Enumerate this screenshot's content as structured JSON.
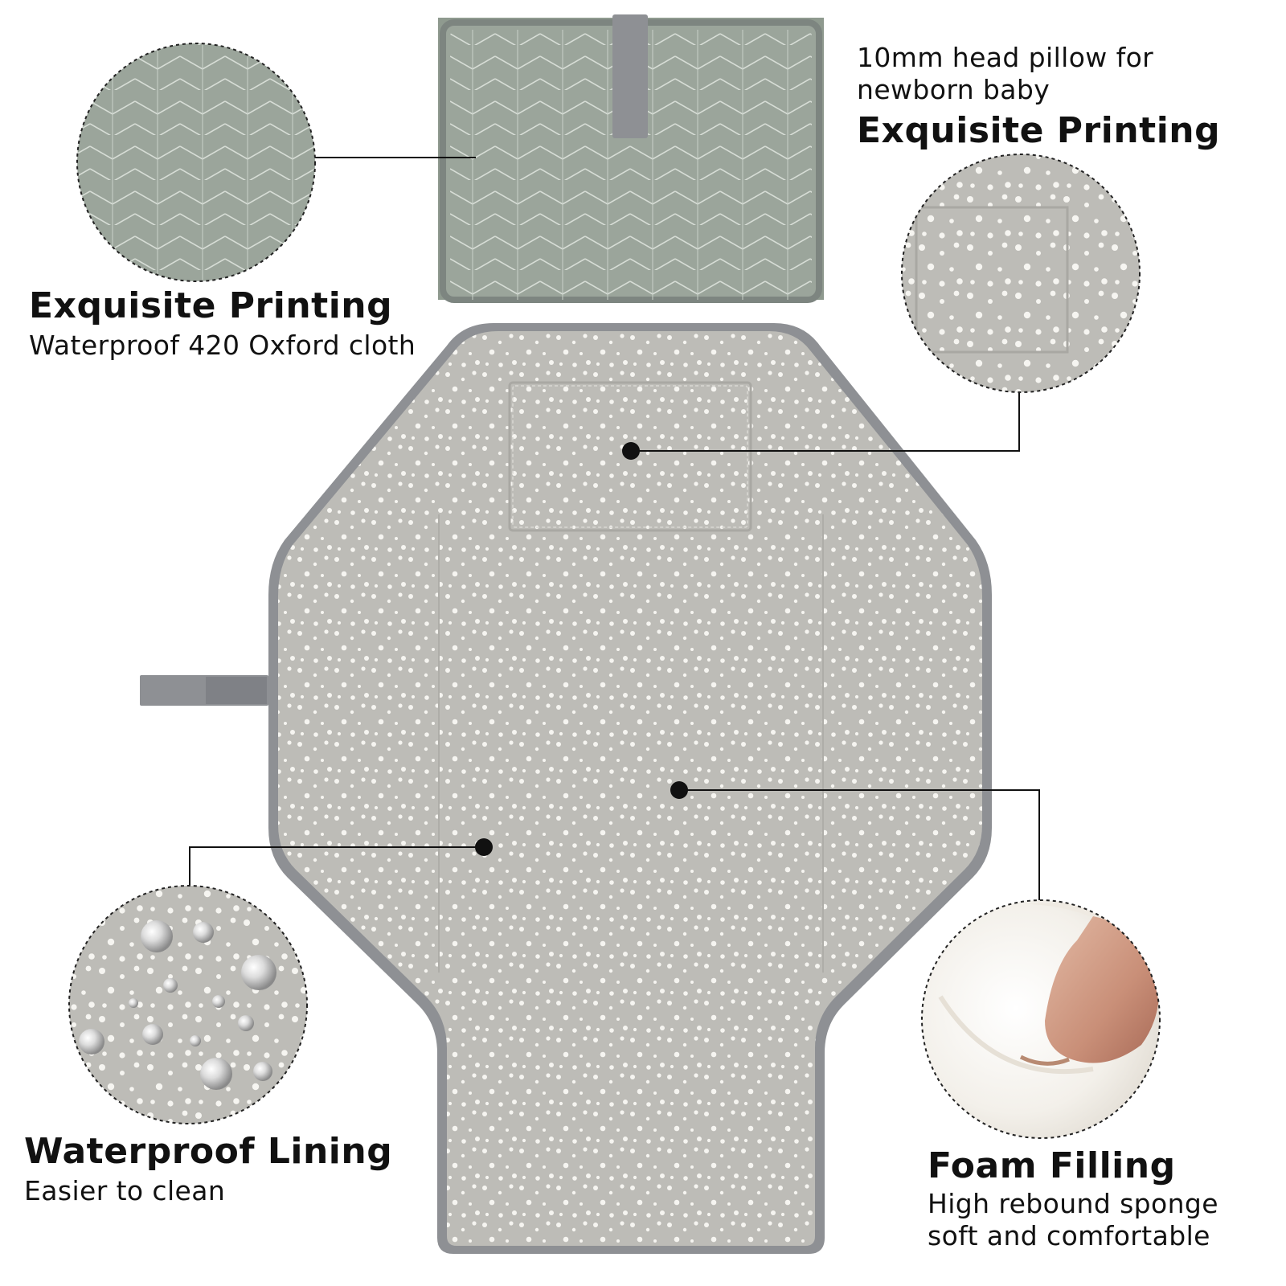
{
  "colors": {
    "sage_cover": "#9ba59b",
    "pad_gray": "#bdbcb7",
    "binding_gray": "#8e9094",
    "dot_white": "#f6f5f1",
    "leader_line": "#111111"
  },
  "callouts": {
    "top_left": {
      "title": "Exquisite Printing",
      "subtitle": "Waterproof 420 Oxford cloth"
    },
    "top_right": {
      "line1": "10mm head pillow for",
      "line2": "newborn baby",
      "title": "Exquisite Printing"
    },
    "bottom_left": {
      "title": "Waterproof Lining",
      "subtitle": "Easier to clean"
    },
    "bottom_right": {
      "title": "Foam Filling",
      "line1": "High rebound sponge",
      "line2": "soft and comfortable"
    }
  },
  "icons": {
    "cover_swatch": "chevron-pattern-swatch",
    "pillow_swatch": "polka-dot-swatch",
    "water_swatch": "water-droplets-swatch",
    "foam_swatch": "foam-pressed-by-finger-photo"
  }
}
